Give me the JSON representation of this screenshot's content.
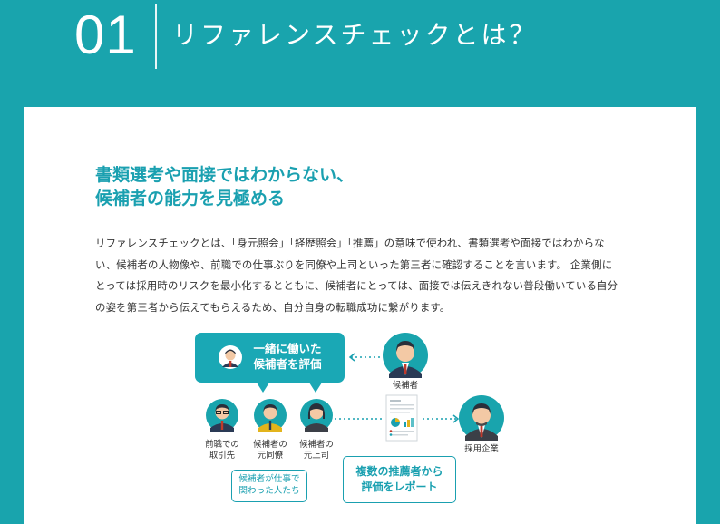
{
  "header": {
    "number": "01",
    "title": "リファレンスチェックとは？"
  },
  "content": {
    "headline": [
      "書類選考や面接ではわからない、",
      "候補者の能力を見極める"
    ],
    "body": "リファレンスチェックとは、「身元照会」「経歴照会」「推薦」の意味で使われ、書類選考や面接ではわからない、候補者の人物像や、前職での仕事ぶりを同僚や上司といった第三者に確認することを言います。 企業側にとっては採用時のリスクを最小化するとともに、候補者にとっては、面接では伝えきれない普段働いている自分の姿を第三者から伝えてもらえるため、自分自身の転職成功に繋がります。"
  },
  "diagram": {
    "bubble_text": [
      "一緒に働いた",
      "候補者を評価"
    ],
    "candidate_label": "候補者",
    "company_label": "採用企業",
    "referees": [
      [
        "前職での",
        "取引先"
      ],
      [
        "候補者の",
        "元同僚"
      ],
      [
        "候補者の",
        "元上司"
      ]
    ],
    "referees_note": [
      "候補者が仕事で",
      "関わった人たち"
    ],
    "report_note": [
      "複数の推薦者から",
      "評価をレポート"
    ]
  },
  "colors": {
    "teal": "#19a4ad",
    "accent": "#1aa0b0",
    "skin": "#f3c9a5",
    "hair": "#2a2f3a"
  }
}
